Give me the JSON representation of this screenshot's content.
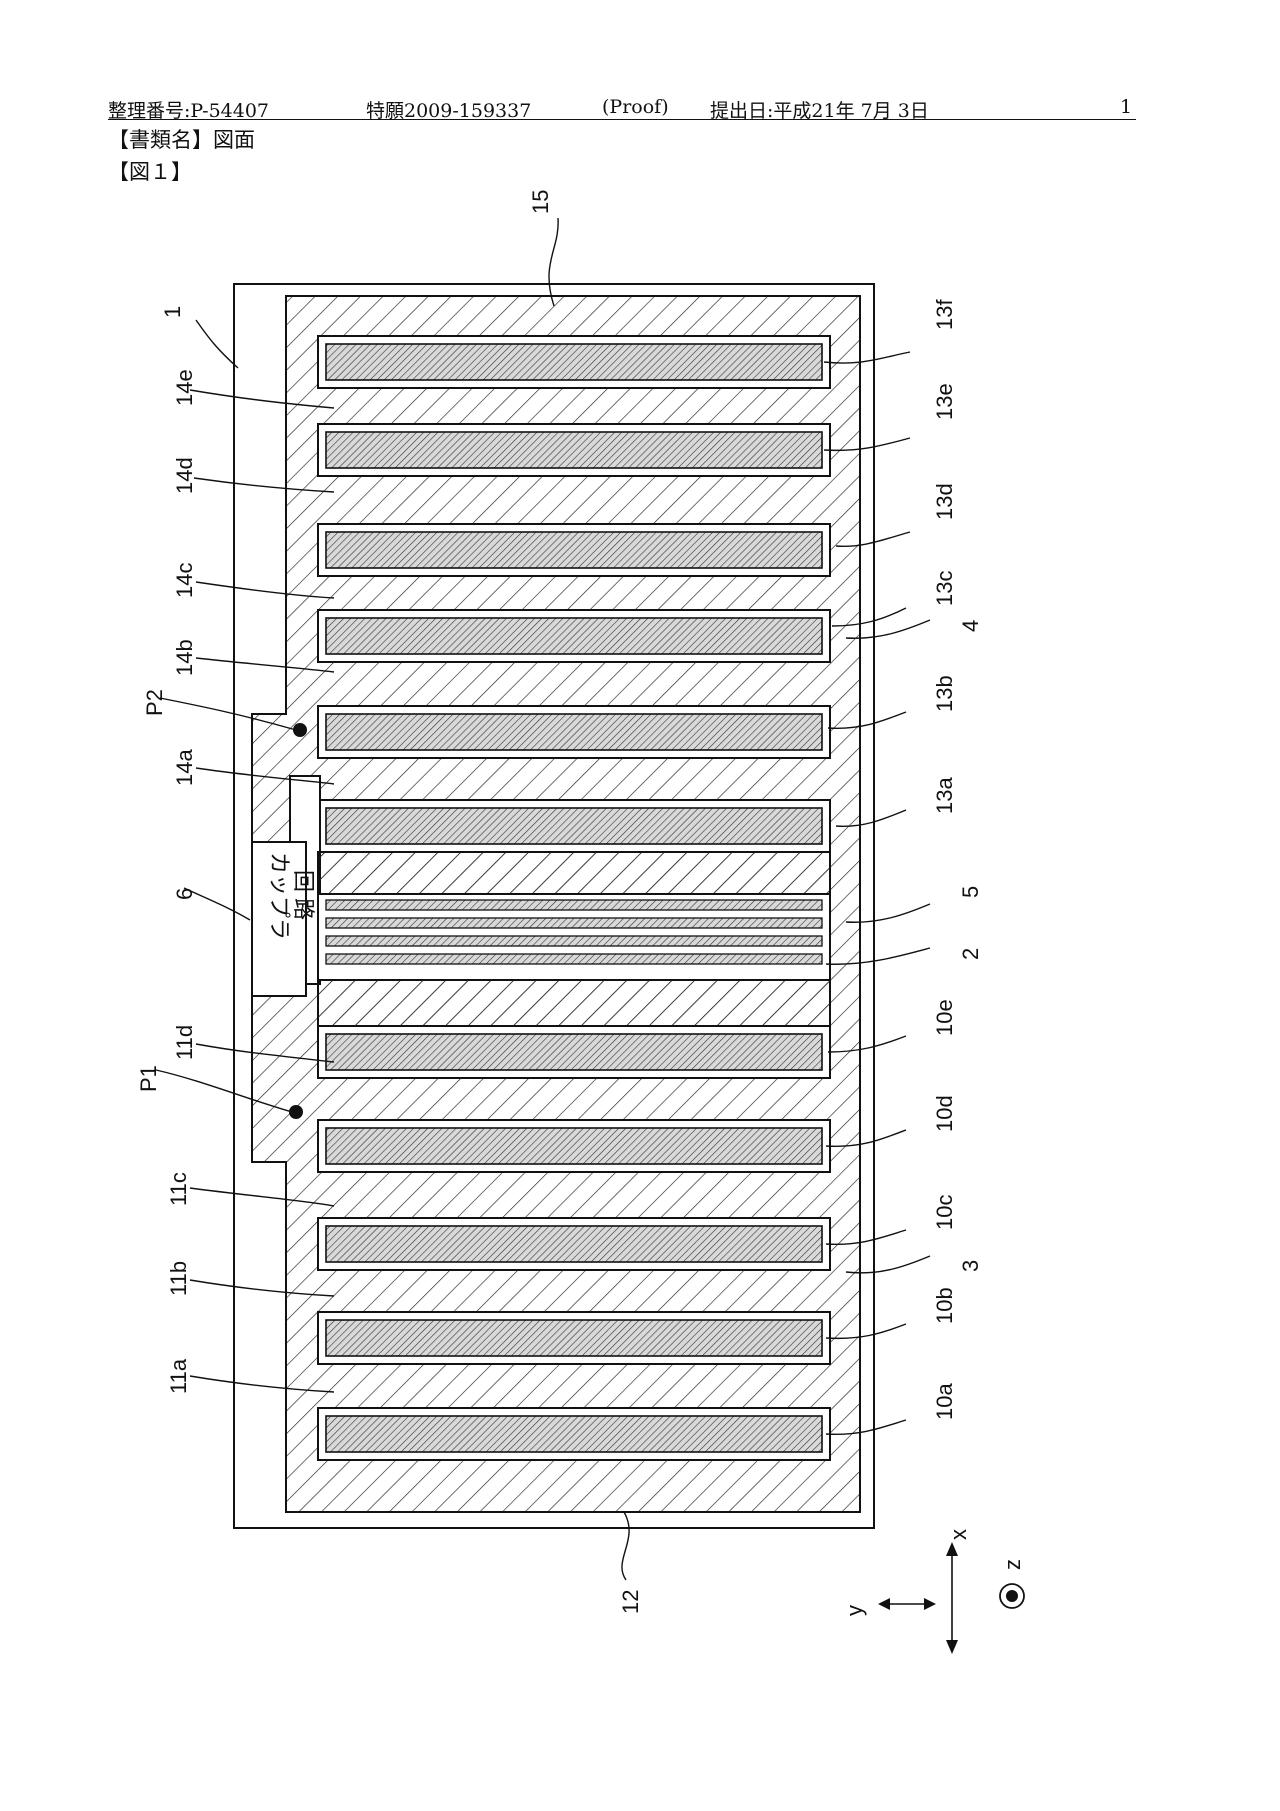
{
  "header": {
    "ref_number": "整理番号:P-54407",
    "application": "特願2009-159337",
    "proof": "(Proof)",
    "submission_date": "提出日:平成21年 7月 3日",
    "page_number": "1"
  },
  "document_name": "【書類名】図面",
  "figure_title": "【図１】",
  "drawing": {
    "coupler_text_line1": "カップラ",
    "coupler_text_line2": "回 路",
    "reference_labels": {
      "n1": "1",
      "n2": "2",
      "n3": "3",
      "n4": "4",
      "n5": "5",
      "n6": "6",
      "n12": "12",
      "n15": "15",
      "p1": "P1",
      "p2": "P2",
      "r10a": "10a",
      "r10b": "10b",
      "r10c": "10c",
      "r10d": "10d",
      "r10e": "10e",
      "r11a": "11a",
      "r11b": "11b",
      "r11c": "11c",
      "r11d": "11d",
      "r13a": "13a",
      "r13b": "13b",
      "r13c": "13c",
      "r13d": "13d",
      "r13e": "13e",
      "r13f": "13f",
      "r14a": "14a",
      "r14b": "14b",
      "r14c": "14c",
      "r14d": "14d",
      "r14e": "14e"
    },
    "axes": {
      "x": "x",
      "y": "y",
      "z": "z"
    }
  }
}
